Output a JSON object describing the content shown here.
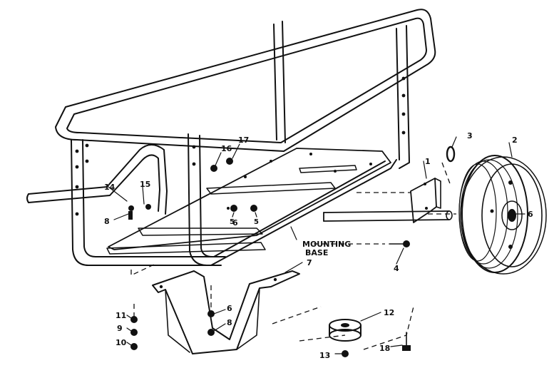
{
  "callouts": {
    "c1": "1",
    "c2": "2",
    "c3": "3",
    "c4": "4",
    "c5": "5",
    "c6": "6",
    "c7": "7",
    "c8": "8",
    "c9": "9",
    "c10": "10",
    "c11": "11",
    "c12": "12",
    "c13": "13",
    "c14": "14",
    "c15": "15",
    "c16": "16",
    "c17": "17",
    "c18": "18"
  },
  "mounting_base": {
    "line1": "MOUNTING",
    "line2": "BASE"
  }
}
